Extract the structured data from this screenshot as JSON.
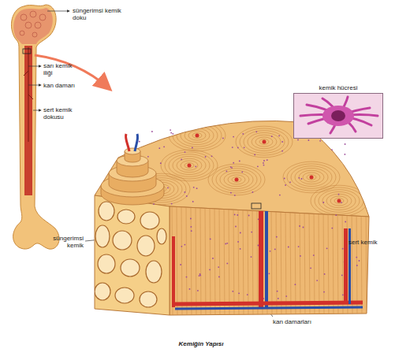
{
  "diagram": {
    "caption": "Kemiğin Yapısı",
    "nodes": [
      {
        "text": [
          "kemik hücresi"
        ]
      }
    ],
    "labels": [
      "süngerimsi kemik doku",
      "sarı kemik iliği",
      "kan damarı",
      "sert kemik dokusu",
      "süngerimsi kemik",
      "sert kemik",
      "kan damarları"
    ]
  }
}
